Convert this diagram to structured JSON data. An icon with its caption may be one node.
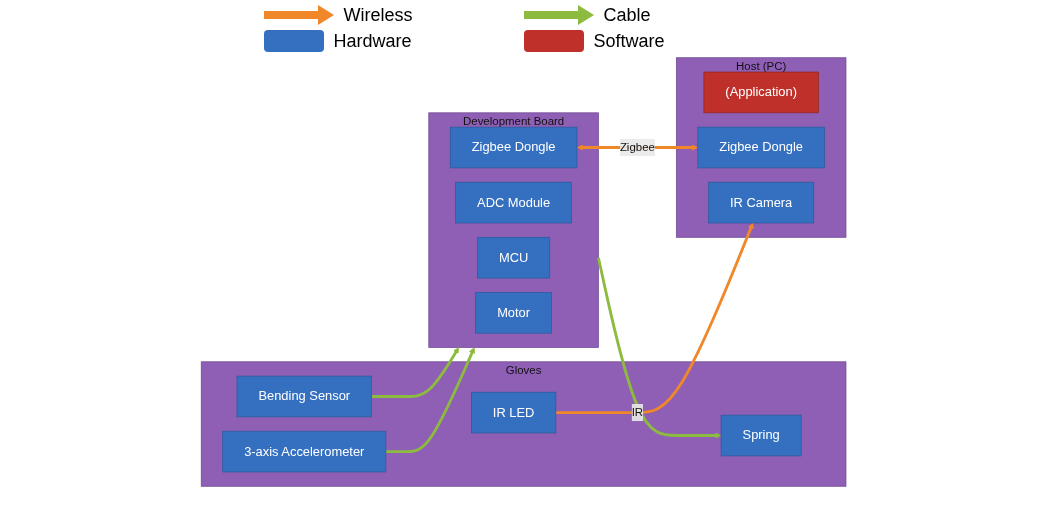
{
  "diagram": {
    "nodes": [
      {
        "text": [
          "Gloves"
        ]
      },
      {
        "text": [
          "3-axis Accelerometer"
        ],
        "in": 0
      },
      {
        "text": [
          "Bending Sensor"
        ],
        "in": 0
      },
      {
        "text": [
          "Spring"
        ],
        "in": 0
      },
      {
        "text": [
          "IR LED"
        ],
        "in": 0
      },
      {
        "text": [
          "Development Board"
        ]
      },
      {
        "text": [
          "MCU"
        ],
        "in": 5
      },
      {
        "text": [
          "ADC Module"
        ],
        "in": 5
      },
      {
        "text": [
          "Zigbee Dongle"
        ],
        "in": 5
      },
      {
        "text": [
          "Motor"
        ],
        "in": 5
      },
      {
        "text": [
          "Host (PC)"
        ]
      },
      {
        "text": [
          "(Application)"
        ],
        "in": 10
      },
      {
        "text": [
          "Zigbee Dongle"
        ],
        "in": 10
      },
      {
        "text": [
          "IR Camera"
        ],
        "in": 10
      }
    ],
    "edges": [
      {
        "from": 1,
        "to": 5,
        "arrow": "to",
        "color": "#8dbb3f"
      },
      {
        "from": 2,
        "to": 5,
        "arrow": "to",
        "color": "#8dbb3f"
      },
      {
        "from": 5,
        "to": 3,
        "arrow": "to",
        "color": "#8dbb3f"
      },
      {
        "from": 8,
        "to": 12,
        "arrow": "both",
        "label": "Zigbee",
        "color": "#f0882a"
      },
      {
        "from": 4,
        "to": 13,
        "arrow": "to",
        "label": "IR",
        "color": "#f0882a"
      }
    ],
    "legend": [
      {
        "text": "Wireless"
      },
      {
        "text": "Cable"
      },
      {
        "text": "Hardware",
        "color": "#3570c0"
      },
      {
        "text": "Software",
        "color": "#c0302a"
      }
    ]
  }
}
